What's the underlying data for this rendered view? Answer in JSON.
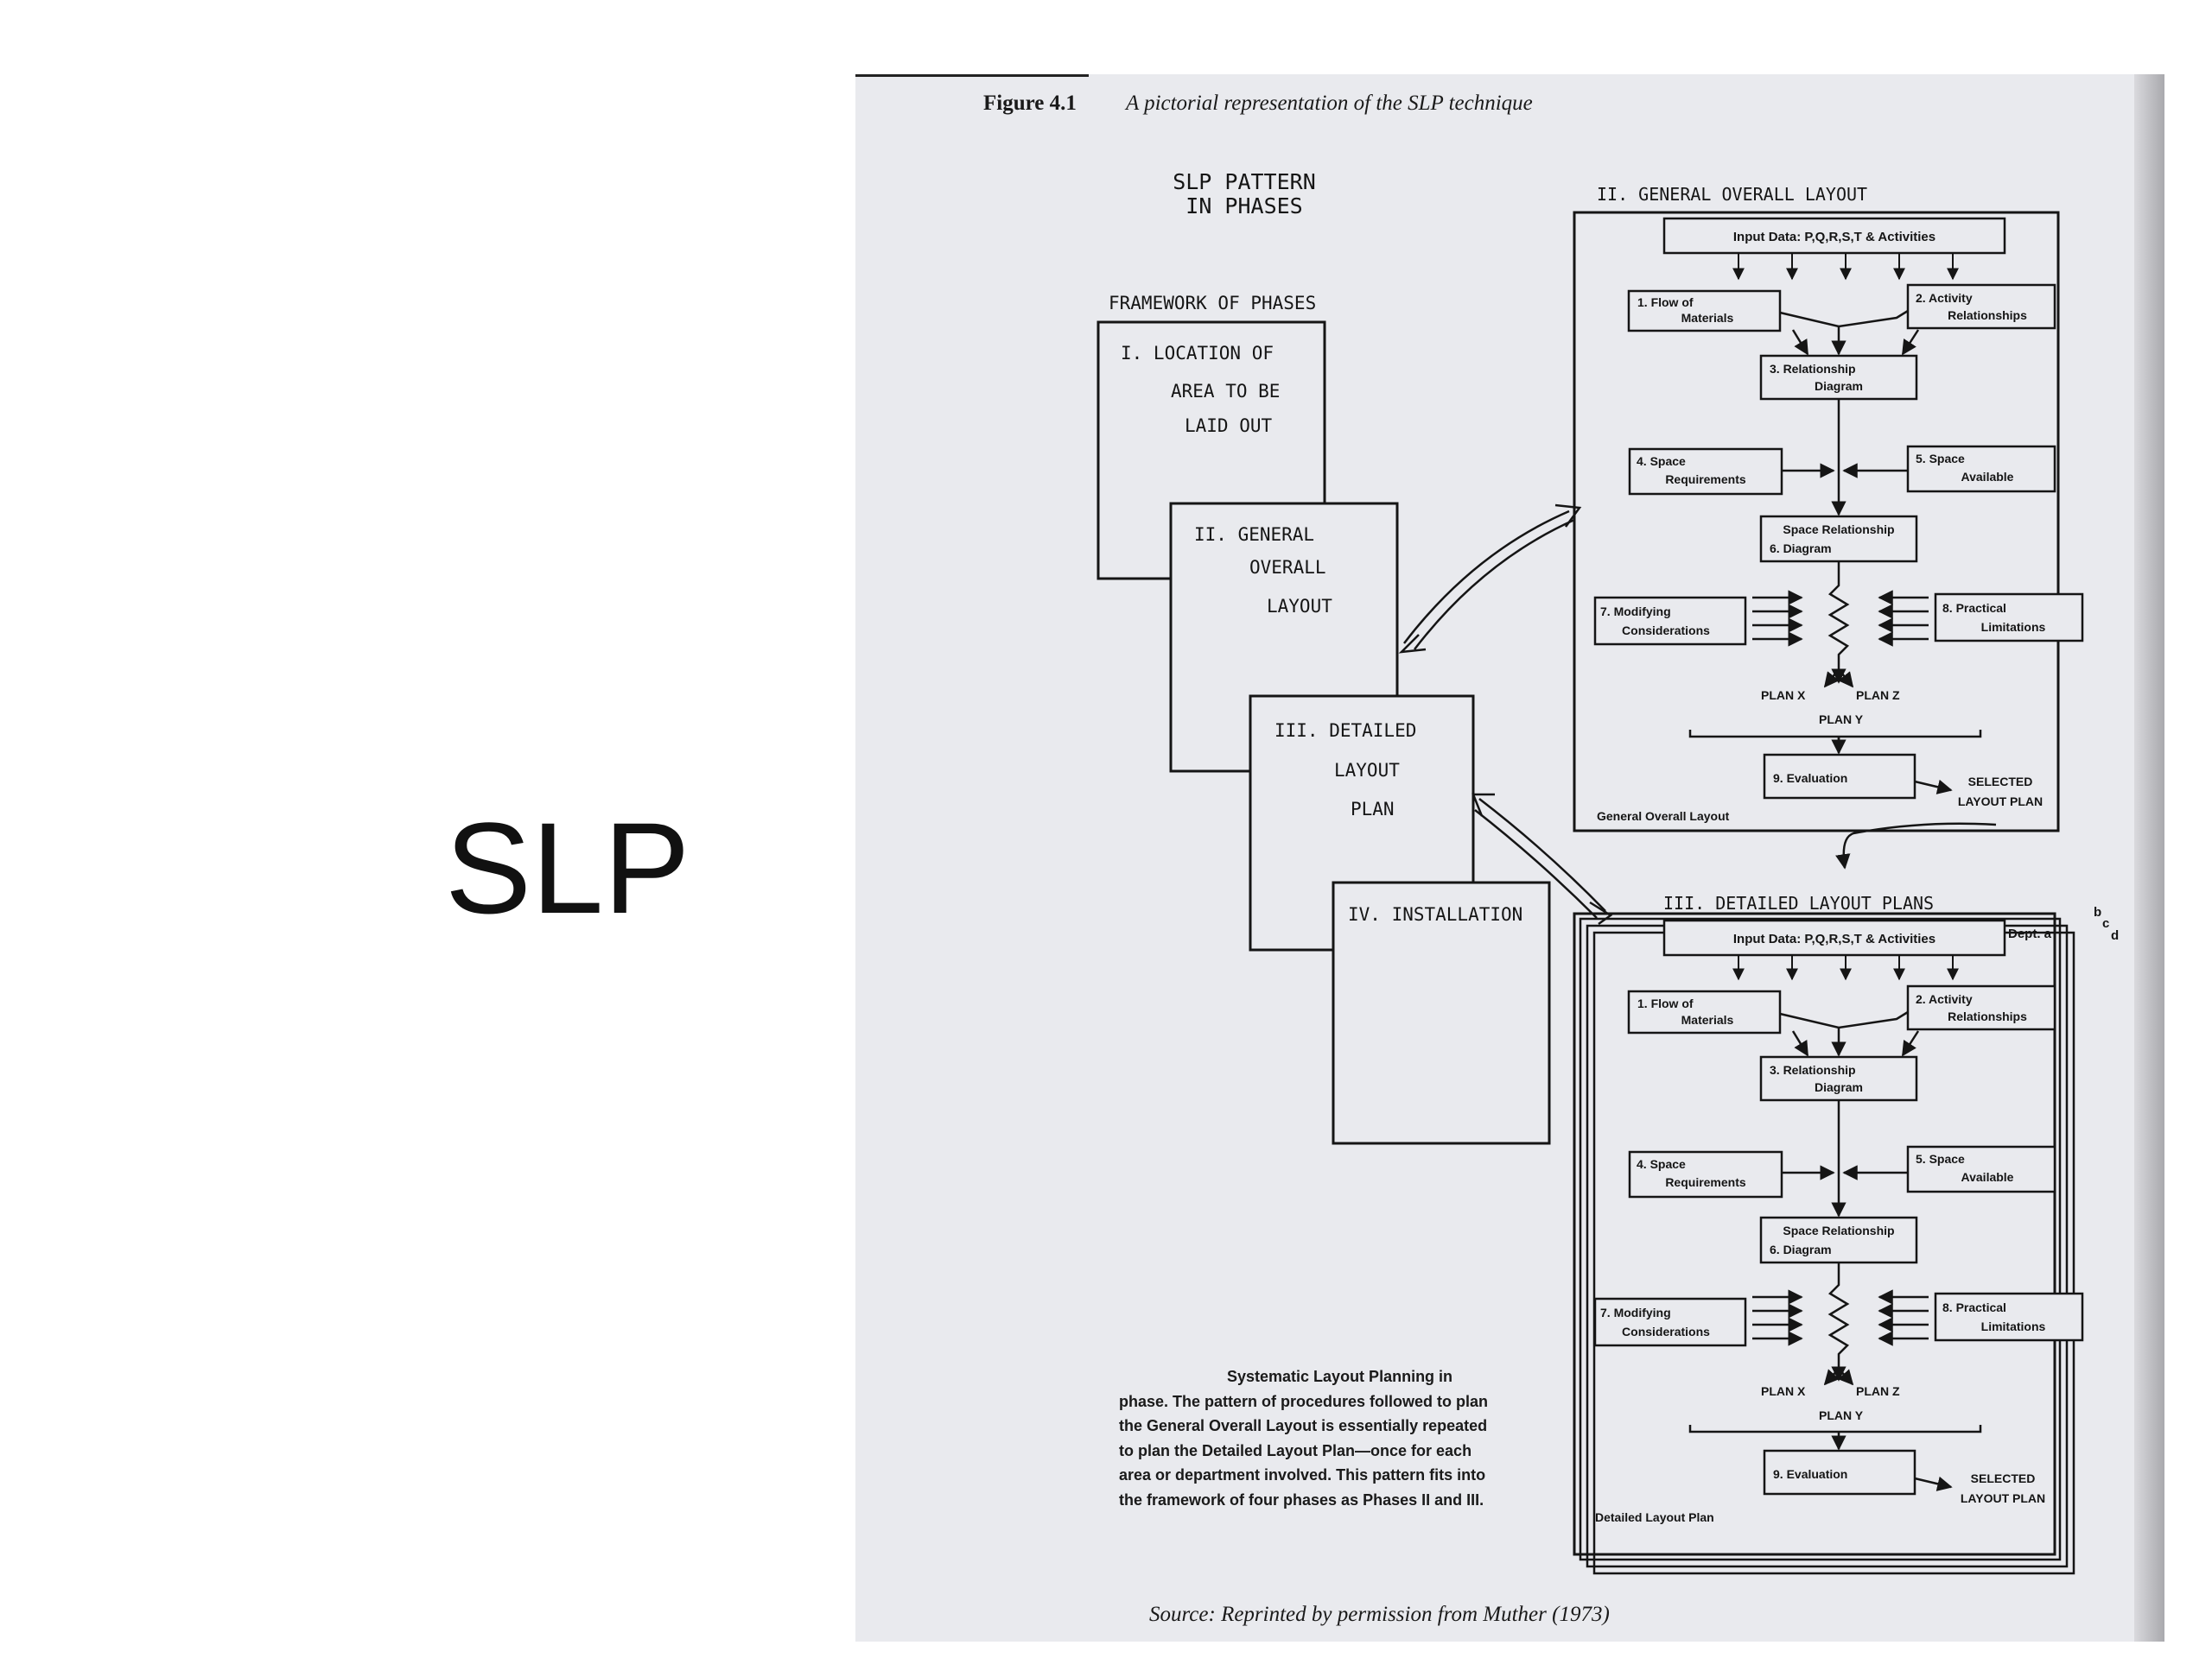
{
  "slide_title": "SLP",
  "figure": {
    "label": "Figure 4.1",
    "caption": "A pictorial representation of the SLP technique",
    "source": "Source: Reprinted by permission from Muther (1973)",
    "description": "Systematic Layout Planning in phase. The pattern of procedures followed to plan the General Overall Layout is essentially repeated to plan the Detailed Layout Plan—once for each area or department involved. This pattern fits into the framework of four phases as Phases II and III."
  },
  "pattern_title": [
    "SLP PATTERN",
    "IN PHASES"
  ],
  "framework_title": "FRAMEWORK OF PHASES",
  "phases": [
    {
      "lines": [
        "I.  LOCATION  OF",
        "AREA  TO  BE",
        "LAID  OUT"
      ]
    },
    {
      "lines": [
        "II.  GENERAL",
        "OVERALL",
        "LAYOUT"
      ]
    },
    {
      "lines": [
        "III.  DETAILED",
        "LAYOUT",
        "PLAN"
      ]
    },
    {
      "lines": [
        "IV.  INSTALLATION"
      ]
    }
  ],
  "panels": [
    {
      "title": "II.  GENERAL  OVERALL  LAYOUT",
      "footer": "General Overall Layout",
      "dept": ""
    },
    {
      "title": "III.  DETAILED  LAYOUT  PLANS",
      "footer": "Detailed Layout Plan",
      "dept": "Dept. a",
      "stack_letters": [
        "b",
        "c",
        "d"
      ]
    }
  ],
  "flow": {
    "input": "Input Data:  P,Q,R,S,T  &  Activities",
    "flow_materials": [
      "1.    Flow  of",
      "Materials"
    ],
    "activity_rel": [
      "2.    Activity",
      "Relationships"
    ],
    "rel_diagram": [
      "3.  Relationship",
      "Diagram"
    ],
    "space_req": [
      "4.      Space",
      "Requirements"
    ],
    "space_avail": [
      "5.      Space",
      "Available"
    ],
    "space_rel": [
      "Space  Relationship",
      "6.   Diagram"
    ],
    "modifying": [
      "7.  Modifying",
      "Considerations"
    ],
    "practical": [
      "8.    Practical",
      "Limitations"
    ],
    "plan_x": "PLAN  X",
    "plan_z": "PLAN  Z",
    "plan_y": "PLAN  Y",
    "evaluation": "9.     Evaluation",
    "selected": [
      "SELECTED",
      "LAYOUT  PLAN"
    ]
  }
}
